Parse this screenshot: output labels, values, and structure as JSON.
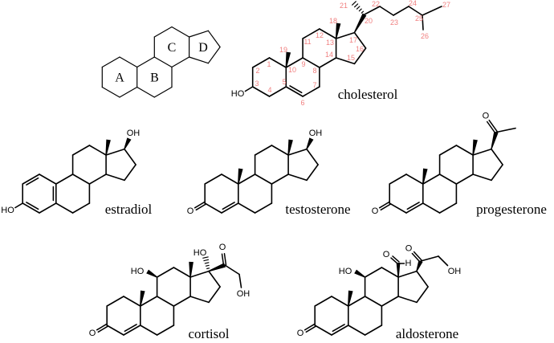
{
  "colors": {
    "bond": "#000000",
    "text": "#000000",
    "carbon_number": "#f08080",
    "background": "#ffffff"
  },
  "nucleus": {
    "ring_labels": [
      "A",
      "B",
      "C",
      "D"
    ]
  },
  "molecules": [
    {
      "id": "cholesterol",
      "name": "cholesterol",
      "atom_labels": {
        "ho3": "HO"
      },
      "carbon_numbers": [
        "1",
        "2",
        "3",
        "4",
        "5",
        "6",
        "7",
        "8",
        "9",
        "10",
        "11",
        "12",
        "13",
        "14",
        "15",
        "16",
        "17",
        "18",
        "19",
        "20",
        "21",
        "22",
        "23",
        "24",
        "25",
        "26",
        "27"
      ]
    },
    {
      "id": "estradiol",
      "name": "estradiol",
      "atom_labels": {
        "ho3": "HO",
        "oh17": "OH"
      }
    },
    {
      "id": "testosterone",
      "name": "testosterone",
      "atom_labels": {
        "o3": "O",
        "oh17": "OH"
      }
    },
    {
      "id": "progesterone",
      "name": "progesterone",
      "atom_labels": {
        "o3": "O",
        "o20": "O"
      }
    },
    {
      "id": "cortisol",
      "name": "cortisol",
      "atom_labels": {
        "o3": "O",
        "ho11": "HO",
        "ho17": "HO",
        "o20": "O",
        "oh21": "OH"
      }
    },
    {
      "id": "aldosterone",
      "name": "aldosterone",
      "atom_labels": {
        "o3": "O",
        "ho11": "HO",
        "o18": "O",
        "h18": "H",
        "o20": "O",
        "oh21": "OH"
      }
    }
  ]
}
